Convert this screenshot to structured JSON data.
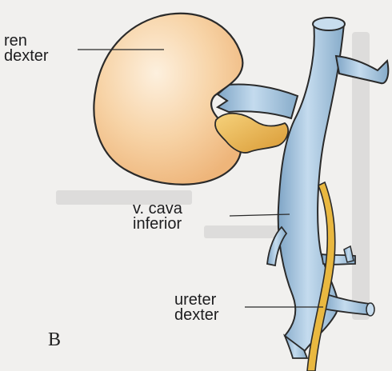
{
  "labels": {
    "ren": [
      "ren",
      "dexter"
    ],
    "vena_cava": [
      "v. cava",
      "inferior"
    ],
    "ureter": [
      "ureter",
      "dexter"
    ]
  },
  "panel_letter": "B",
  "colors": {
    "background": "#f1f0ee",
    "kidney": "#f4c792",
    "kidney_highlight": "#fdf0de",
    "vein": "#a9c9e2",
    "vein_dark": "#6d94b4",
    "pelvis": "#e9b14d",
    "ureter": "#e9b840",
    "outline": "#2a2a2a"
  }
}
